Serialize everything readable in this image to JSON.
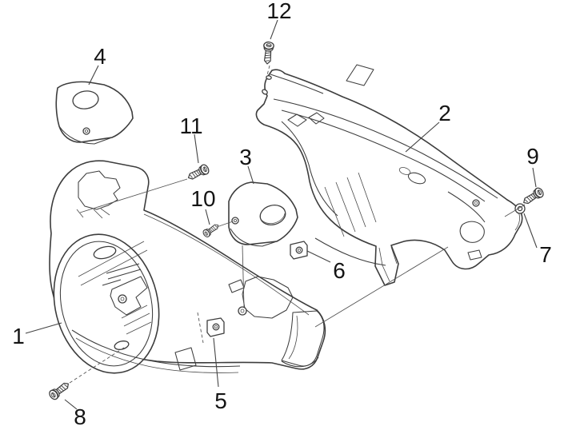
{
  "diagram": {
    "kind": "exploded-parts-line-drawing",
    "background_color": "#ffffff",
    "line_color": "#3d3d3d",
    "label_color": "#141414"
  },
  "callouts": {
    "n1": "1",
    "n2": "2",
    "n3": "3",
    "n4": "4",
    "n5": "5",
    "n6": "6",
    "n7": "7",
    "n8": "8",
    "n9": "9",
    "n10": "10",
    "n11": "11",
    "n12": "12"
  }
}
